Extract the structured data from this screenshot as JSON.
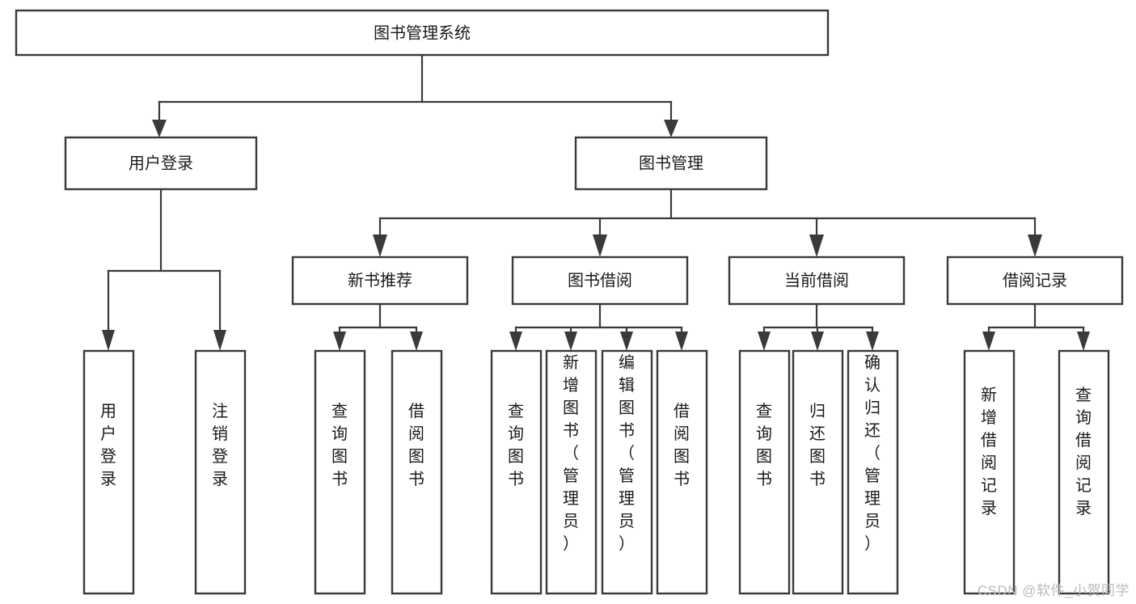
{
  "diagram": {
    "type": "tree-hierarchy-chart",
    "title": "图书管理系统",
    "watermark": "CSDN @软件_小贺同学",
    "colors": {
      "background": "#ffffff",
      "box_stroke": "#3a3a3a",
      "box_fill": "#ffffff",
      "text": "#1a1a1a",
      "watermark": "#b9b9b9"
    },
    "levels": {
      "root": {
        "label": "图书管理系统"
      },
      "level2": [
        {
          "label": "用户登录"
        },
        {
          "label": "图书管理"
        }
      ],
      "level3": [
        {
          "label": "新书推荐"
        },
        {
          "label": "图书借阅"
        },
        {
          "label": "当前借阅"
        },
        {
          "label": "借阅记录"
        }
      ],
      "leaves": {
        "user_login": [
          {
            "label": "用户登录"
          },
          {
            "label": "注销登录"
          }
        ],
        "new_book_recommend": [
          {
            "label": "查询图书"
          },
          {
            "label": "借阅图书"
          }
        ],
        "book_borrow": [
          {
            "label": "查询图书"
          },
          {
            "label": "新增图书（管理员）"
          },
          {
            "label": "编辑图书（管理员）"
          },
          {
            "label": "借阅图书"
          }
        ],
        "current_borrow": [
          {
            "label": "查询图书"
          },
          {
            "label": "归还图书"
          },
          {
            "label": "确认归还（管理员）"
          }
        ],
        "borrow_record": [
          {
            "label": "新增借阅记录"
          },
          {
            "label": "查询借阅记录"
          }
        ]
      }
    }
  }
}
